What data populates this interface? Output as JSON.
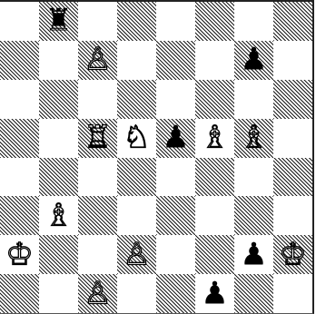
{
  "board": {
    "files": [
      "a",
      "b",
      "c",
      "d",
      "e",
      "f",
      "g",
      "h"
    ],
    "ranks": [
      8,
      7,
      6,
      5,
      4,
      3,
      2,
      1
    ],
    "pieces": [
      {
        "square": "b8",
        "type": "rook",
        "color": "black"
      },
      {
        "square": "c7",
        "type": "pawn",
        "color": "white"
      },
      {
        "square": "g7",
        "type": "pawn",
        "color": "black"
      },
      {
        "square": "c5",
        "type": "rook",
        "color": "white"
      },
      {
        "square": "d5",
        "type": "knight",
        "color": "white"
      },
      {
        "square": "e5",
        "type": "pawn",
        "color": "black"
      },
      {
        "square": "f5",
        "type": "bishop",
        "color": "white"
      },
      {
        "square": "g5",
        "type": "bishop",
        "color": "white"
      },
      {
        "square": "b3",
        "type": "bishop",
        "color": "white"
      },
      {
        "square": "a2",
        "type": "king",
        "color": "white"
      },
      {
        "square": "d2",
        "type": "pawn",
        "color": "white"
      },
      {
        "square": "g2",
        "type": "pawn",
        "color": "black"
      },
      {
        "square": "h2",
        "type": "king",
        "color": "white"
      },
      {
        "square": "c1",
        "type": "pawn",
        "color": "white"
      },
      {
        "square": "f1",
        "type": "pawn",
        "color": "black"
      }
    ]
  },
  "glyphs": {
    "white": {
      "king": "♔",
      "queen": "♕",
      "rook": "♖",
      "bishop": "♗",
      "knight": "♘",
      "pawn": "♙"
    },
    "black": {
      "king": "♚",
      "queen": "♛",
      "rook": "♜",
      "bishop": "♝",
      "knight": "♞",
      "pawn": "♟"
    }
  }
}
